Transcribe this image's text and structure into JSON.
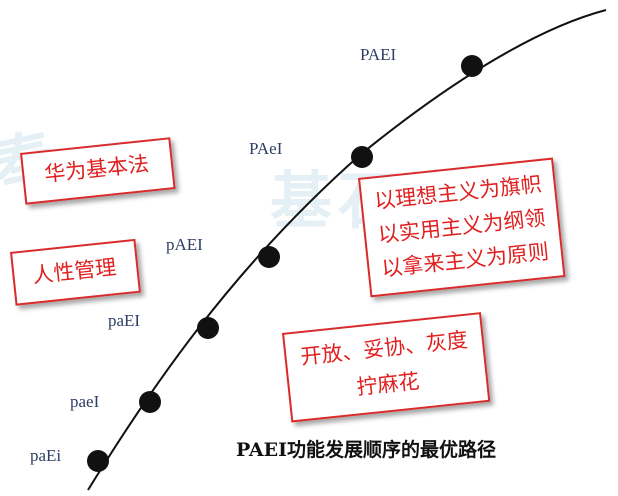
{
  "watermark": {
    "left": "奉",
    "center": "基石咨询"
  },
  "stages": [
    "paEi",
    "paeI",
    "paEI",
    "pAEI",
    "PAeI",
    "PAEI"
  ],
  "boxes": {
    "huawei_law": "华为基本法",
    "human_nature": "人性管理",
    "principles": [
      "以理想主义为旗帜",
      "以实用主义为纲领",
      "以拿来主义为原则"
    ],
    "openness": [
      "开放、妥协、灰度",
      "拧麻花"
    ]
  },
  "caption": "PAEI功能发展顺序的最优路径",
  "colors": {
    "box_border": "#d92b2b",
    "box_text": "#e01f1f",
    "label": "#2d3f66",
    "curve": "#111111"
  }
}
